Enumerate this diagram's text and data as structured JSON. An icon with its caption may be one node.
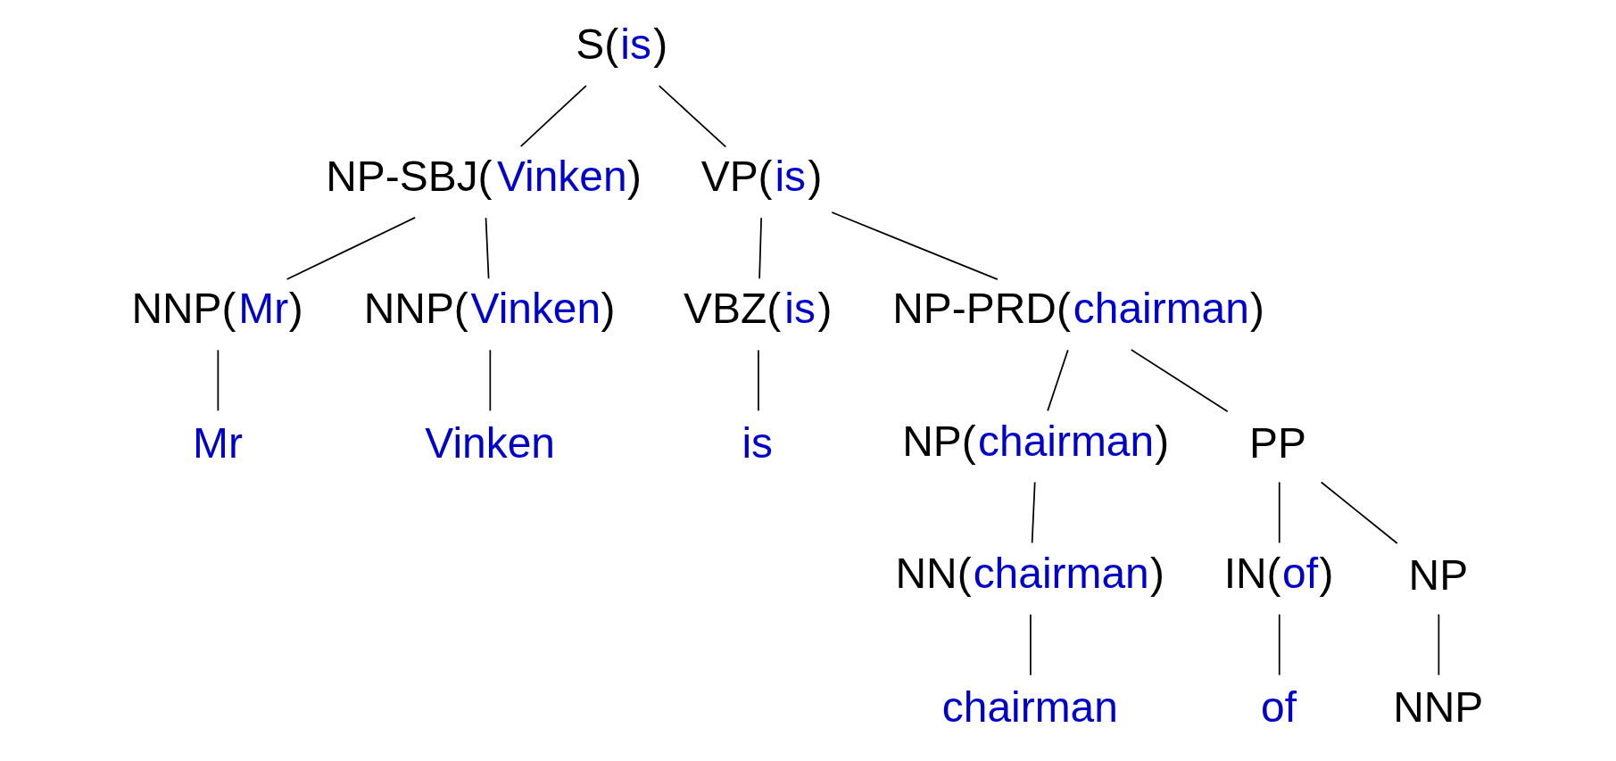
{
  "diagram": {
    "nodes": [
      {
        "text": [
          "S(is)"
        ]
      },
      {
        "text": [
          "NP-SBJ(Vinken)"
        ]
      },
      {
        "text": [
          "VP(is)"
        ]
      },
      {
        "text": [
          "NNP(Mr)"
        ]
      },
      {
        "text": [
          "NNP(Vinken)"
        ]
      },
      {
        "text": [
          "VBZ(is)"
        ]
      },
      {
        "text": [
          "NP-PRD(chairman)"
        ]
      },
      {
        "text": [
          "Mr"
        ]
      },
      {
        "text": [
          "Vinken"
        ]
      },
      {
        "text": [
          "is"
        ]
      },
      {
        "text": [
          "NP(chairman)"
        ]
      },
      {
        "text": [
          "PP"
        ]
      },
      {
        "text": [
          "NN(chairman)"
        ]
      },
      {
        "text": [
          "IN(of)"
        ]
      },
      {
        "text": [
          "NP"
        ]
      },
      {
        "text": [
          "chairman"
        ]
      },
      {
        "text": [
          "of"
        ]
      },
      {
        "text": [
          "NNP"
        ]
      }
    ],
    "edges": [
      {
        "from": 0,
        "to": 1,
        "arrow": "none"
      },
      {
        "from": 0,
        "to": 2,
        "arrow": "none"
      },
      {
        "from": 1,
        "to": 3,
        "arrow": "none"
      },
      {
        "from": 1,
        "to": 4,
        "arrow": "none"
      },
      {
        "from": 2,
        "to": 5,
        "arrow": "none"
      },
      {
        "from": 2,
        "to": 6,
        "arrow": "none"
      },
      {
        "from": 3,
        "to": 7,
        "arrow": "none"
      },
      {
        "from": 4,
        "to": 8,
        "arrow": "none"
      },
      {
        "from": 5,
        "to": 9,
        "arrow": "none"
      },
      {
        "from": 6,
        "to": 10,
        "arrow": "none"
      },
      {
        "from": 6,
        "to": 11,
        "arrow": "none"
      },
      {
        "from": 10,
        "to": 12,
        "arrow": "none"
      },
      {
        "from": 11,
        "to": 13,
        "arrow": "none"
      },
      {
        "from": 11,
        "to": 14,
        "arrow": "none"
      },
      {
        "from": 12,
        "to": 15,
        "arrow": "none"
      },
      {
        "from": 13,
        "to": 16,
        "arrow": "none"
      },
      {
        "from": 14,
        "to": 17,
        "arrow": "none"
      }
    ]
  }
}
